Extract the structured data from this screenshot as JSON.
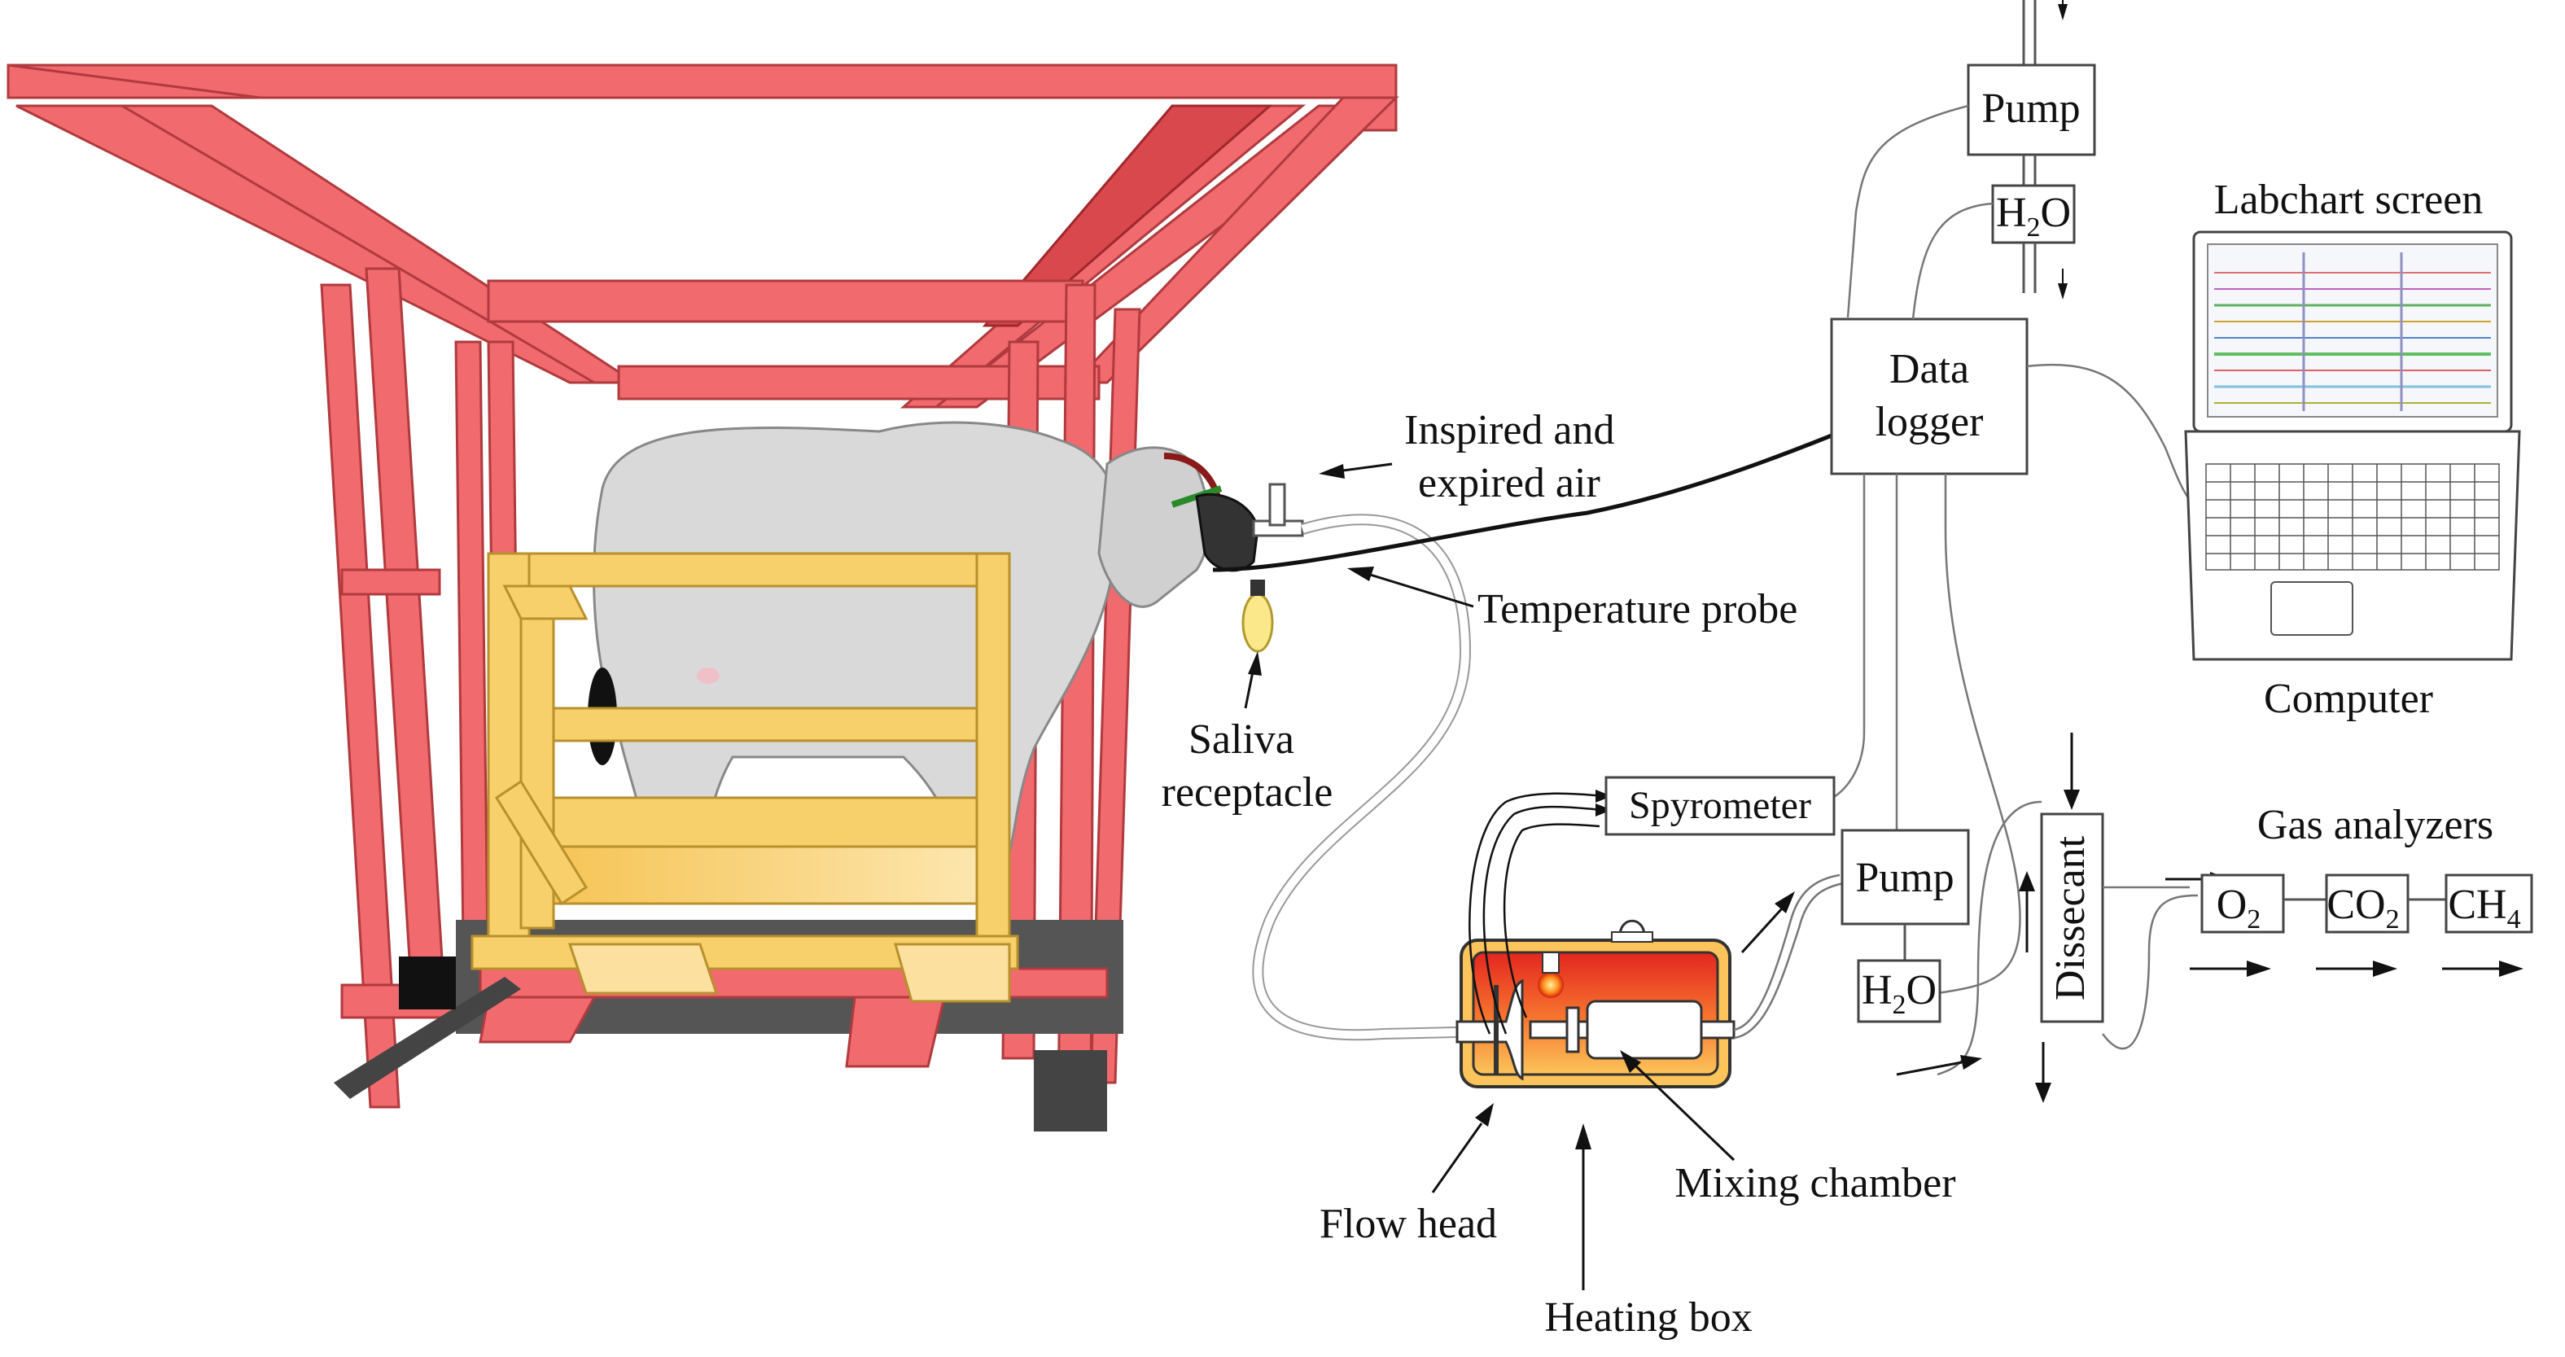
{
  "labels": {
    "pump_top": "Pump",
    "h2o_top": "H",
    "h2o_top_sub": "2",
    "h2o_top_tail": "O",
    "labchart": "Labchart screen",
    "data_logger_1": "Data",
    "data_logger_2": "logger",
    "inspired_1": "Inspired and",
    "inspired_2": "expired air",
    "temperature_probe": "Temperature probe",
    "saliva_1": "Saliva",
    "saliva_2": "receptacle",
    "computer": "Computer",
    "spyrometer": "Spyrometer",
    "pump_bottom": "Pump",
    "h2o_bottom": "H",
    "h2o_bottom_sub": "2",
    "h2o_bottom_tail": "O",
    "dissecant": "Dissecant",
    "gas_analyzers": "Gas analyzers",
    "o2": "O",
    "o2_sub": "2",
    "co2": "CO",
    "co2_sub": "2",
    "ch4": "CH",
    "ch4_sub": "4",
    "mixing_chamber": "Mixing chamber",
    "flow_head": "Flow head",
    "heating_box": "Heating box"
  },
  "colors": {
    "frame": "#f06a6e",
    "wood": "#f7cf6b",
    "animal": "#d9d9d9",
    "heating_box_hot": "#e8302c",
    "heating_box_warm": "#fbb34a"
  }
}
